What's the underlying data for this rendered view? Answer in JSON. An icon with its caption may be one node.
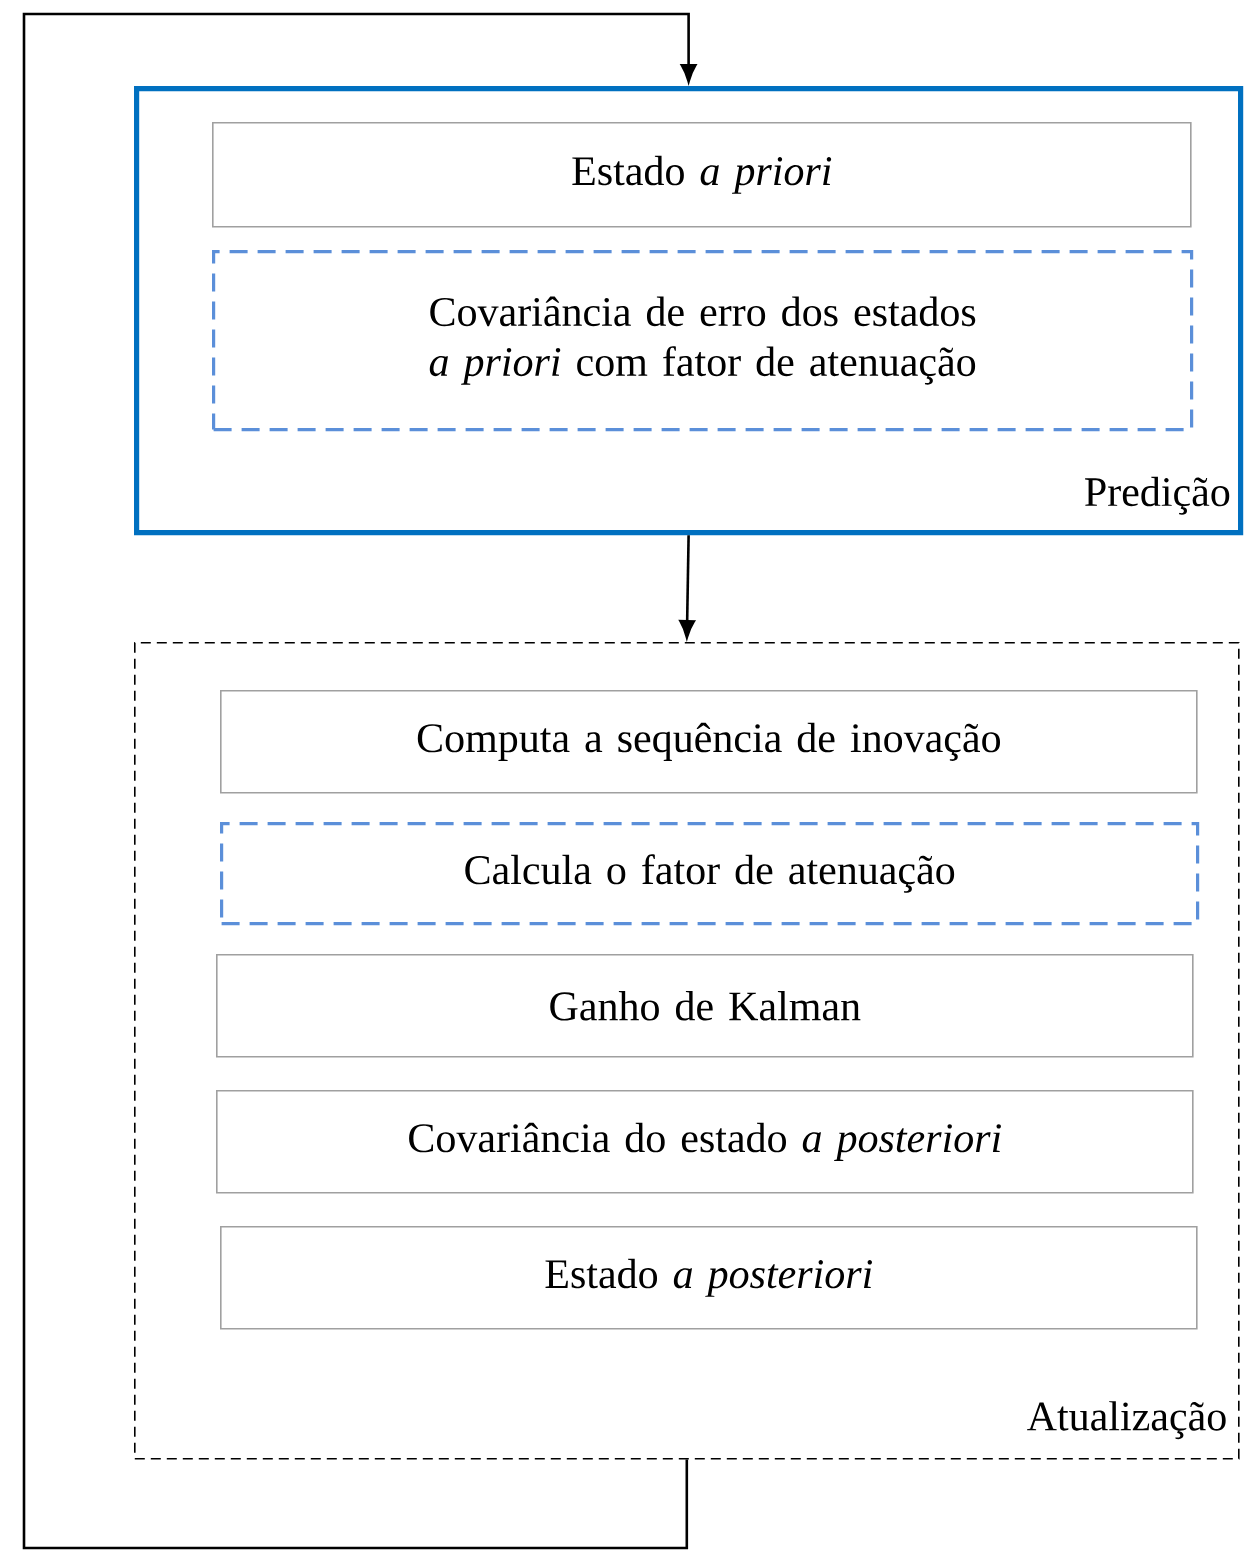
{
  "diagram": {
    "nodes": [
      {
        "text": [
          "Predição"
        ]
      },
      {
        "text": [
          "Estado *a priori*"
        ],
        "in": 0
      },
      {
        "text": [
          "Covariância de erro dos estados *a priori* com fator de atenuação"
        ],
        "in": 0
      },
      {
        "text": [
          "Atualização"
        ]
      },
      {
        "text": [
          "Computa a sequência de inovação"
        ],
        "in": 3
      },
      {
        "text": [
          "Calcula o fator de atenuação"
        ],
        "in": 3
      },
      {
        "text": [
          "Ganho de Kalman"
        ],
        "in": 3
      },
      {
        "text": [
          "Covariância do estado *a posteriori*"
        ],
        "in": 3
      },
      {
        "text": [
          "Estado *a posteriori*"
        ],
        "in": 3
      }
    ],
    "edges": [
      {
        "from": 0,
        "to": 3,
        "arrow": "to"
      },
      {
        "from": 3,
        "to": 0,
        "arrow": "to"
      }
    ]
  }
}
